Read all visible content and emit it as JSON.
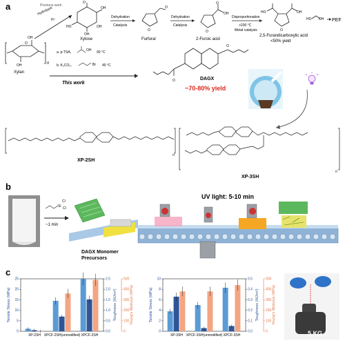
{
  "panels": {
    "a": {
      "label": "a",
      "previous_work": "Previous work",
      "hydrolysis": "Hydrolysis",
      "h_plus": "H⁺",
      "this_work": "This work",
      "xylan": "Xylan",
      "xylose": "Xylose",
      "furfural": "Furfural",
      "furoic": "2-Furoic acid",
      "fdca": "2,5-Furandicarboxylic acid",
      "fdca_yield": "<50% yield",
      "pef": "PEF",
      "dehydration1": "Dehydration",
      "catalysis1": "Catalysis",
      "dehydration2": "Dehydration",
      "catalysis2": "Catalysis",
      "disproportionation": "Disproportionation",
      "disp_temp": ">200 °C",
      "disp_cat": "Metal catalysis",
      "step_a": "a.  p-TSA,",
      "step_a_cond": "90 °C",
      "step_b": "b.  K₂CO₃,",
      "step_b_cond": "40 °C",
      "step_b_reagent": "Br",
      "dagx": "DAGX",
      "dagx_yield": "~70-80% yield",
      "xp2sh": "XP-2SH",
      "xp3sh": "XP-3SH"
    },
    "b": {
      "label": "b",
      "time": "~1 min",
      "uv": "UV light: 5-10 min",
      "monomer": "DAGX Monomer",
      "precursors": "Precursors",
      "silane": "Si",
      "cl": "Cl"
    },
    "c": {
      "label": "c",
      "weight": "5 KG"
    }
  },
  "chart_data": [
    {
      "type": "bar",
      "categories": [
        "XP-2SH",
        "XPCF-2SH(unmodified)",
        "XPCF-2SH"
      ],
      "series": [
        {
          "name": "Tensile Stress (MPa)",
          "axis": "left",
          "values": [
            1.2,
            14.5,
            25.0
          ],
          "color": "#5b9bd5"
        },
        {
          "name": "Toughness (MJ/m³)",
          "axis": "right",
          "values": [
            0.05,
            0.7,
            1.52
          ],
          "color": "#2f5597"
        },
        {
          "name": "Young's Modulus (MPa)",
          "axis": "right2",
          "values": [
            1.0,
            360,
            490
          ],
          "color": "#f4a582"
        }
      ],
      "ylabel_left": "Tensile Stress (MPa)",
      "ylabel_right": "Toughness (MJ/m³)",
      "ylabel_right2": "Young's Modulus (MPa)",
      "ylim_left": [
        0,
        25
      ],
      "ylim_right": [
        0,
        2.5
      ],
      "ylim_right2": [
        0,
        500
      ],
      "yticks_left": [
        0,
        5,
        10,
        15,
        20,
        25
      ],
      "yticks_right": [
        0.0,
        0.5,
        1.0,
        1.5,
        2.0,
        2.5
      ],
      "yticks_right2": [
        0,
        100,
        200,
        300,
        400,
        500
      ]
    },
    {
      "type": "bar",
      "categories": [
        "XP-3SH",
        "XPCF-3SH(unmodified)",
        "XPCF-3SH"
      ],
      "series": [
        {
          "name": "Tensile Stress (MPa)",
          "axis": "left",
          "values": [
            3.8,
            5.0,
            8.3
          ],
          "color": "#5b9bd5"
        },
        {
          "name": "Toughness (MJ/m³)",
          "axis": "right",
          "values": [
            0.33,
            0.03,
            0.05
          ],
          "color": "#2f5597"
        },
        {
          "name": "Young's Modulus (MPa)",
          "axis": "right2",
          "values": [
            380,
            380,
            440
          ],
          "color": "#f4a582"
        }
      ],
      "ylabel_left": "Tensile Stress (MPa)",
      "ylabel_right": "Toughness (MJ/m³)",
      "ylabel_right2": "Young's Modulus (MPa)",
      "ylim_left": [
        0,
        10
      ],
      "ylim_right": [
        0,
        0.5
      ],
      "ylim_right2": [
        0,
        500
      ],
      "yticks_left": [
        0,
        2,
        4,
        6,
        8,
        10
      ],
      "yticks_right": [
        0.0,
        0.1,
        0.2,
        0.3,
        0.4,
        0.5
      ],
      "yticks_right2": [
        0,
        100,
        200,
        300,
        400,
        500
      ]
    }
  ]
}
